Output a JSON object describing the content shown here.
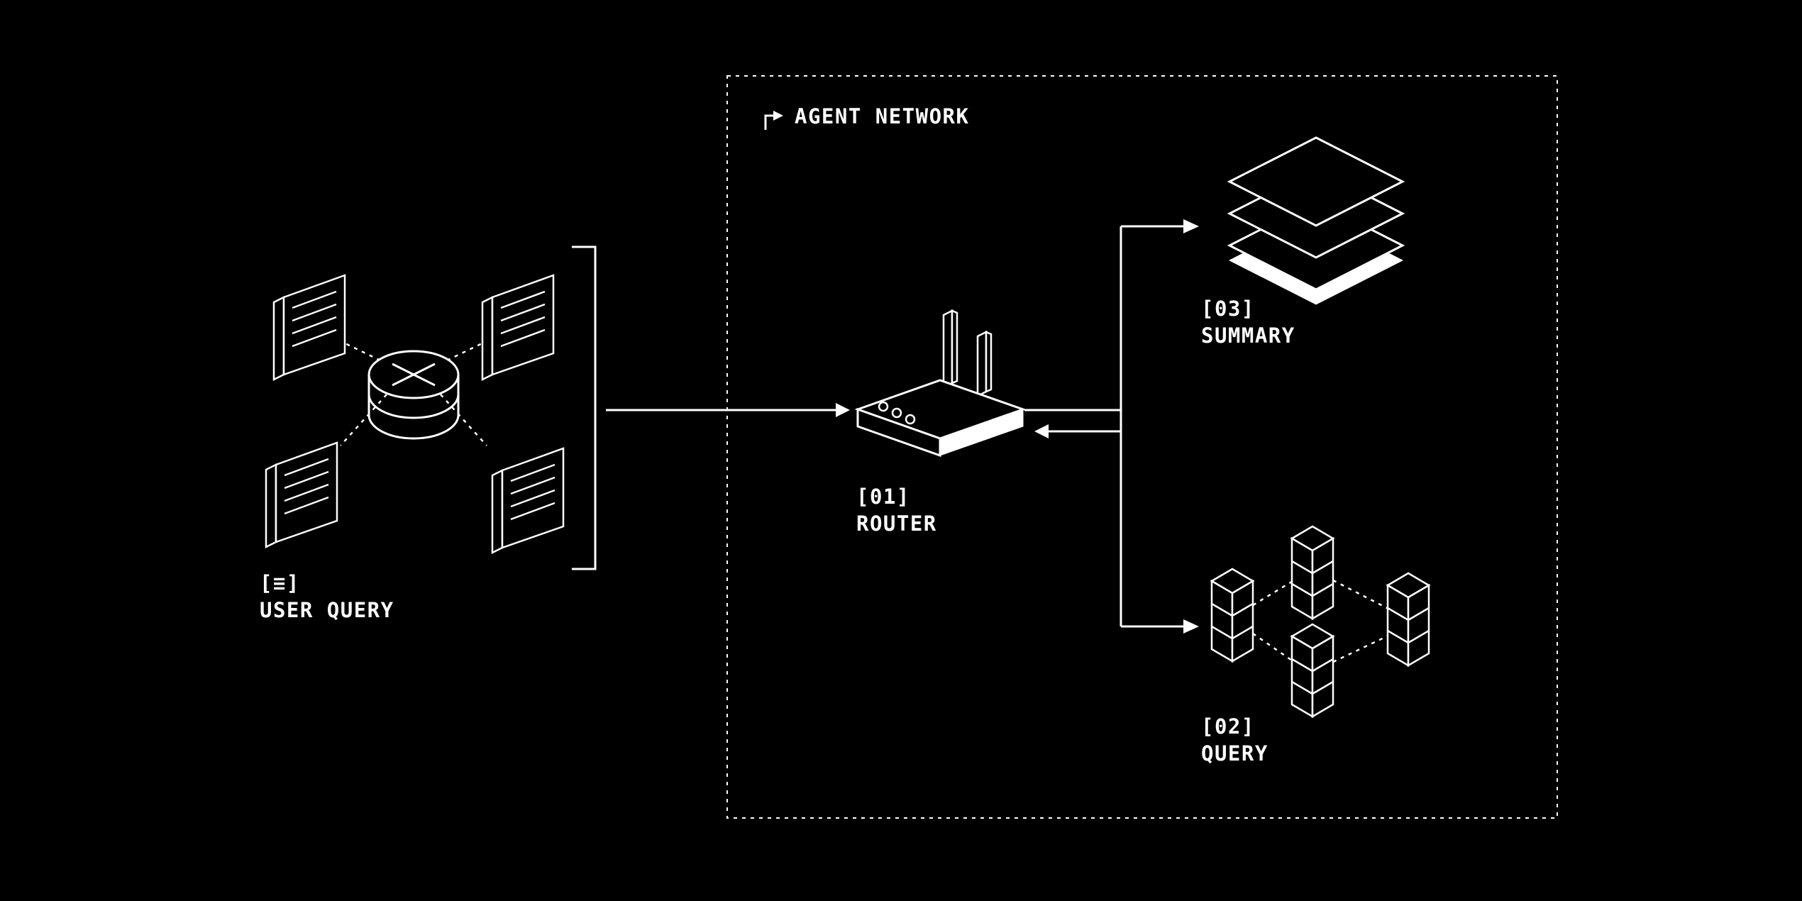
{
  "page": {
    "background": "#000000",
    "foreground": "#ffffff"
  },
  "user_query": {
    "glyph_label": "[≡]",
    "label": "USER QUERY"
  },
  "agent_network": {
    "header": "AGENT NETWORK"
  },
  "nodes": {
    "router": {
      "id": "[01]",
      "label": "ROUTER"
    },
    "summary": {
      "id": "[03]",
      "label": "SUMMARY"
    },
    "query": {
      "id": "[02]",
      "label": "QUERY"
    }
  },
  "icons": {
    "header_icon": "branch-arrow-icon",
    "user_query_center_icon": "database-icon",
    "user_query_node_icon": "document-icon",
    "router_icon": "router-icon",
    "summary_icon": "layers-stack-icon",
    "query_icon": "server-cluster-icon"
  }
}
